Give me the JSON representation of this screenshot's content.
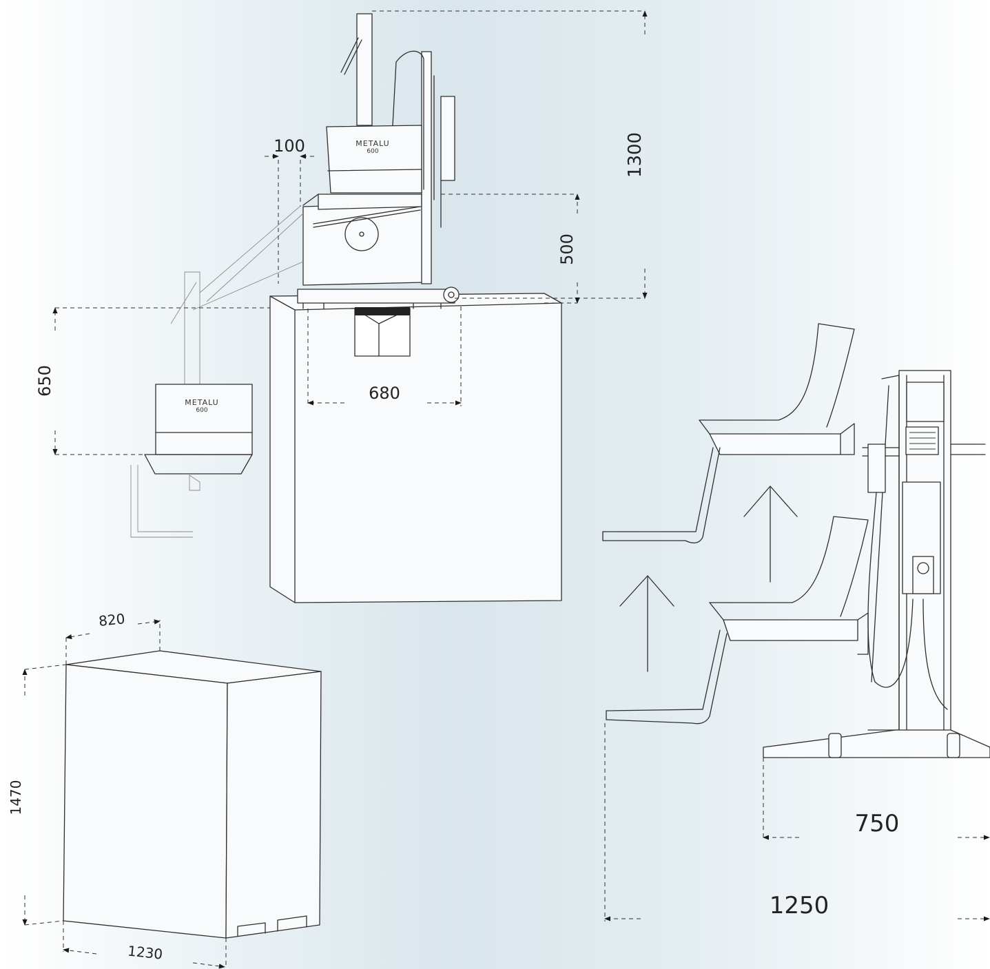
{
  "product": {
    "brand": "METALU",
    "model": "600"
  },
  "dimensions": {
    "top_offset": "100",
    "total_height": "1300",
    "seat_height": "500",
    "reach_drop": "650",
    "base_width": "680",
    "box_depth": "820",
    "box_height": "1470",
    "box_width": "1230",
    "base_span": "750",
    "total_span": "1250"
  }
}
